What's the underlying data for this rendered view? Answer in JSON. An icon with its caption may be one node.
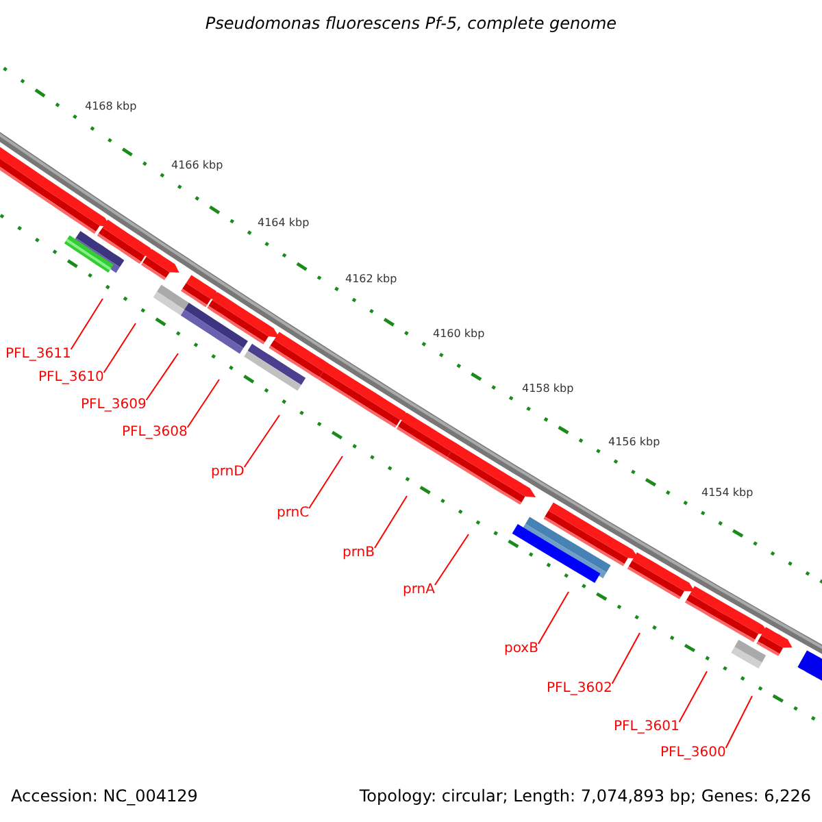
{
  "diagram": {
    "title": "Pseudomonas fluorescens Pf-5, complete genome",
    "nodes": [
      {
        "text": [
          "PFL_3611"
        ]
      },
      {
        "text": [
          "PFL_3610"
        ]
      },
      {
        "text": [
          "PFL_3609"
        ]
      },
      {
        "text": [
          "PFL_3608"
        ]
      },
      {
        "text": [
          "prnD"
        ]
      },
      {
        "text": [
          "prnC"
        ]
      },
      {
        "text": [
          "prnB"
        ]
      },
      {
        "text": [
          "prnA"
        ]
      },
      {
        "text": [
          "poxB"
        ]
      },
      {
        "text": [
          "PFL_3602"
        ]
      },
      {
        "text": [
          "PFL_3601"
        ]
      },
      {
        "text": [
          "PFL_3600"
        ]
      }
    ],
    "edges": [
      {
        "from": 0,
        "to": null,
        "arrow": "none"
      },
      {
        "from": 1,
        "to": null,
        "arrow": "none"
      },
      {
        "from": 2,
        "to": null,
        "arrow": "none"
      },
      {
        "from": 3,
        "to": null,
        "arrow": "none"
      },
      {
        "from": 4,
        "to": null,
        "arrow": "none"
      },
      {
        "from": 5,
        "to": null,
        "arrow": "none"
      },
      {
        "from": 6,
        "to": null,
        "arrow": "none"
      },
      {
        "from": 7,
        "to": null,
        "arrow": "none"
      },
      {
        "from": 8,
        "to": null,
        "arrow": "none"
      },
      {
        "from": 9,
        "to": null,
        "arrow": "none"
      },
      {
        "from": 10,
        "to": null,
        "arrow": "none"
      },
      {
        "from": 11,
        "to": null,
        "arrow": "none"
      }
    ],
    "labels": [
      "4168 kbp",
      "4166 kbp",
      "4164 kbp",
      "4162 kbp",
      "4160 kbp",
      "4158 kbp",
      "4156 kbp",
      "4154 kbp",
      "Accession: NC_004129",
      "Topology: circular; Length: 7,074,893 bp; Genes: 6,226"
    ]
  }
}
